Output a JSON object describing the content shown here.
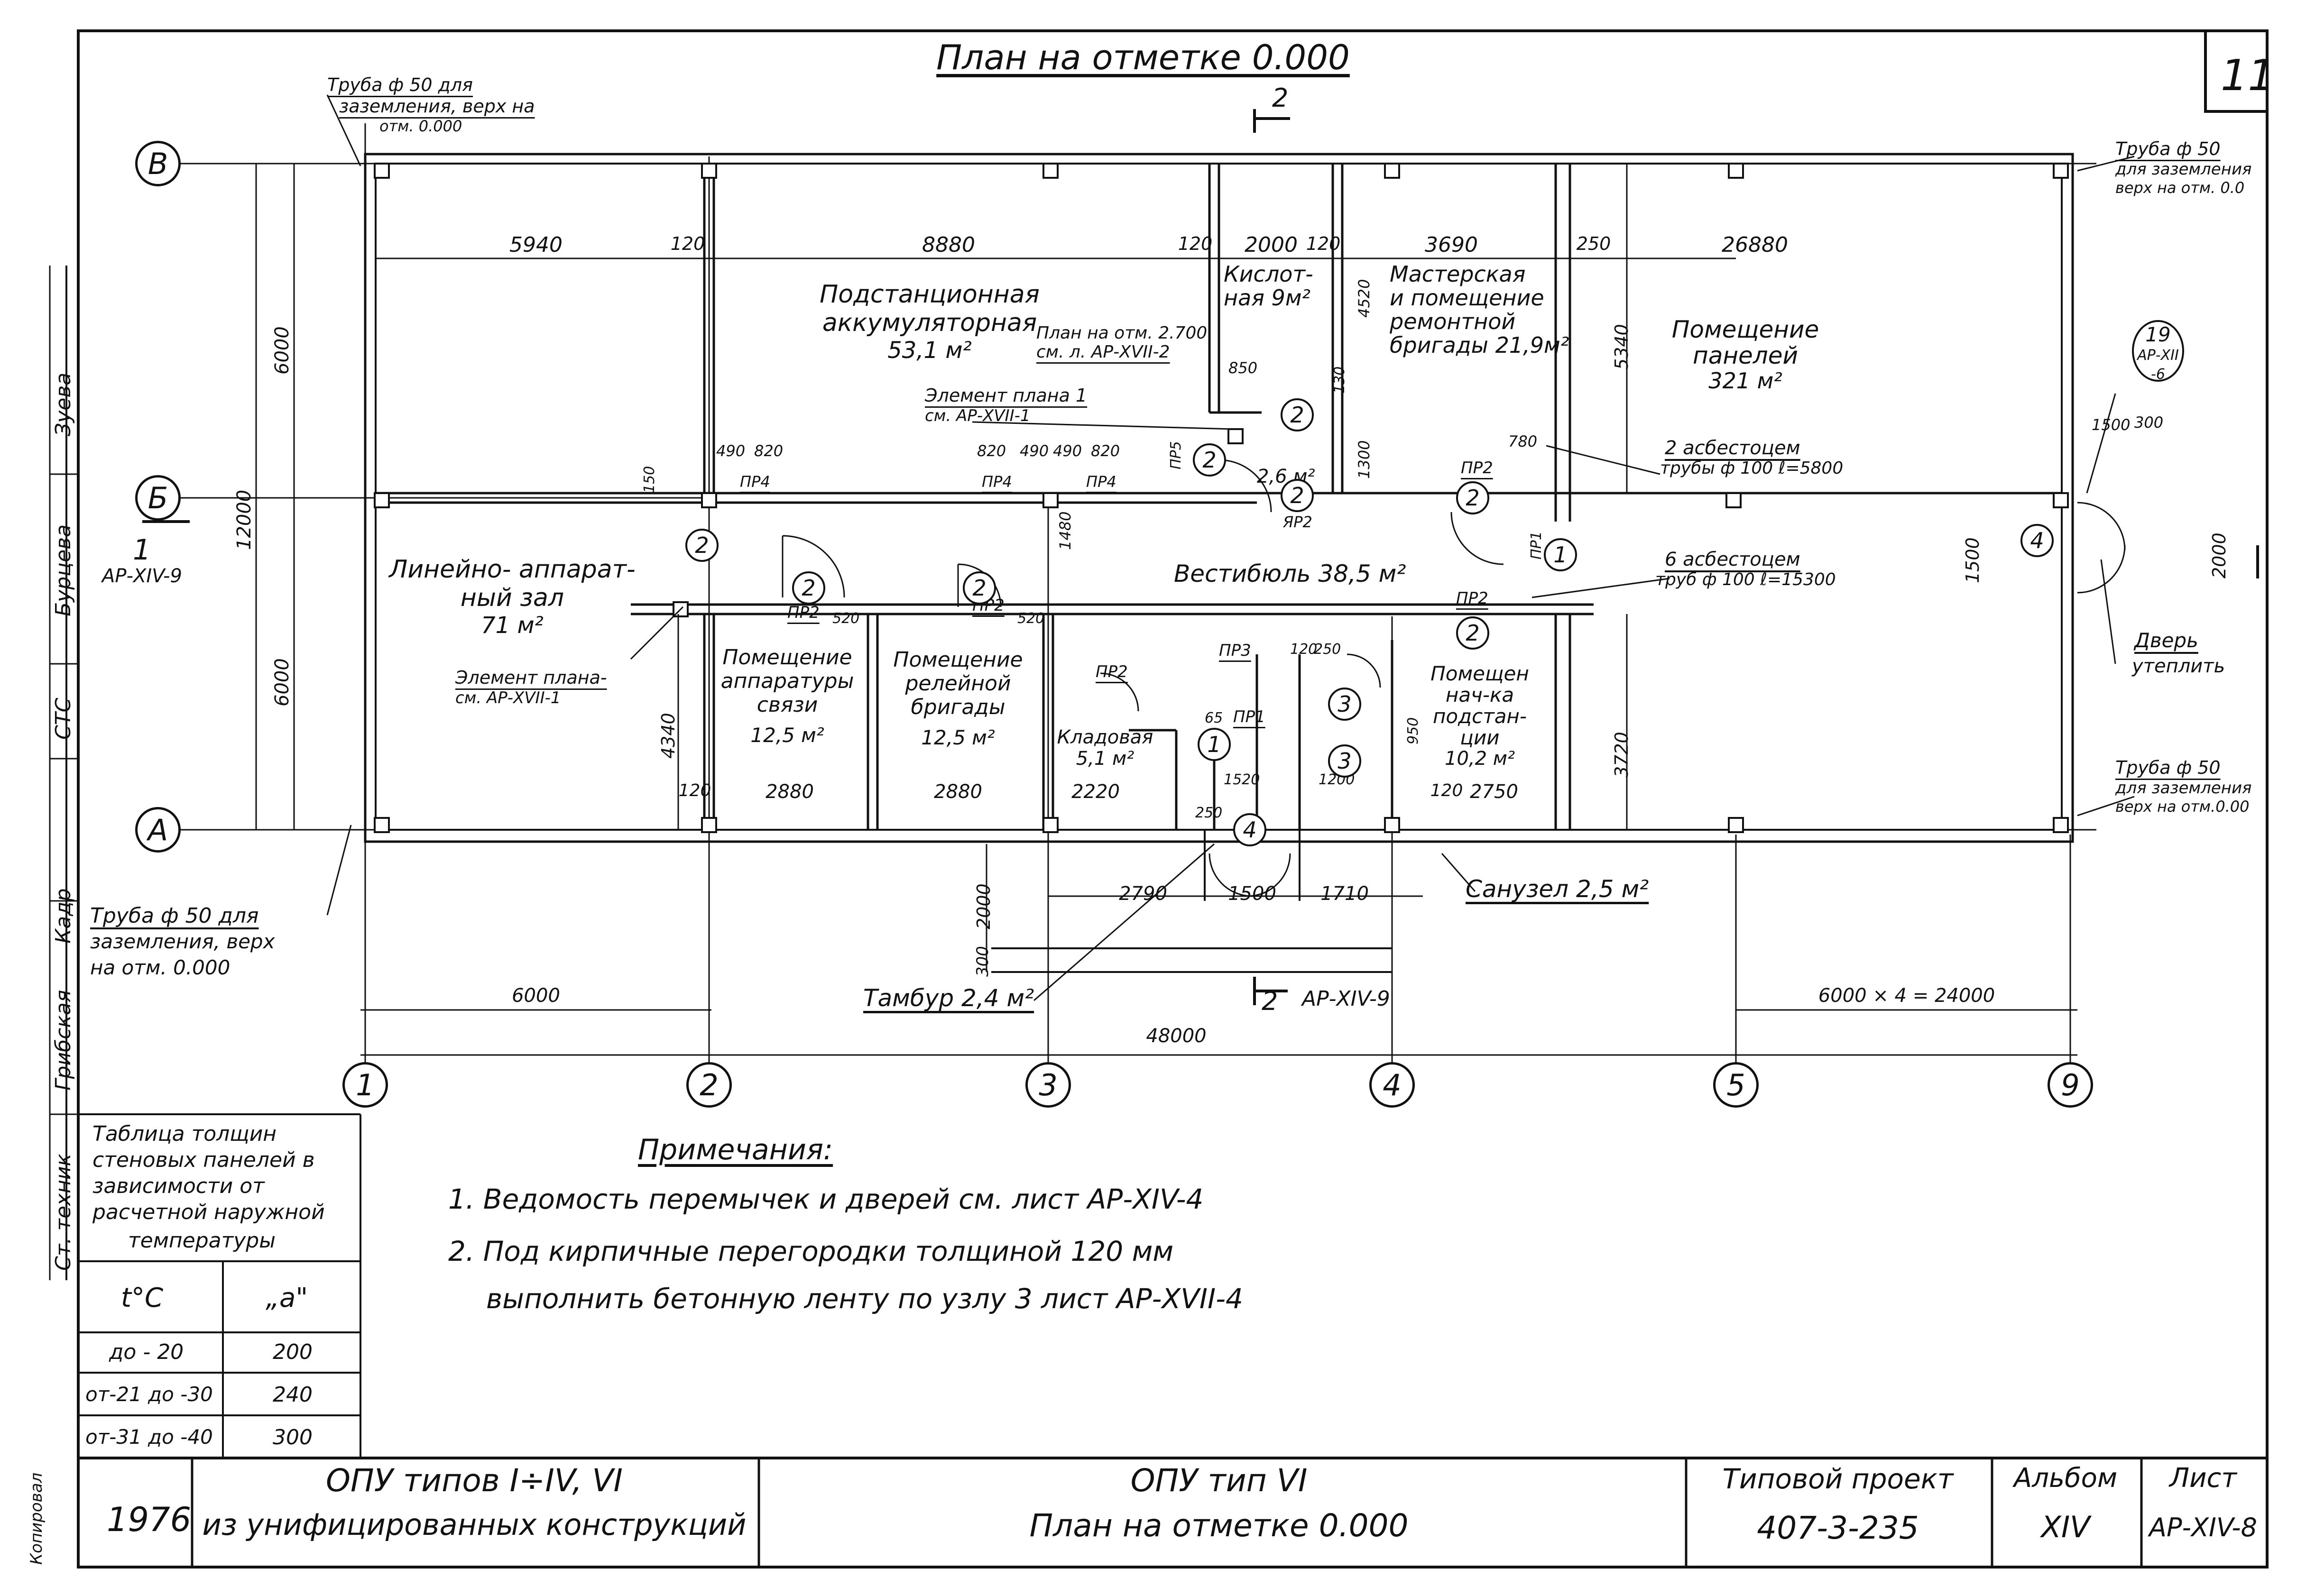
{
  "sheet_number": "11",
  "plan_title": "План на отметке 0.000",
  "section_mark": "2",
  "section_ref": "АР-XIV-9",
  "axes": {
    "rows": [
      "В",
      "Б",
      "А"
    ],
    "cols": [
      "1",
      "2",
      "3",
      "4",
      "5",
      "9"
    ]
  },
  "notes_pipes": {
    "top_left": [
      "Труба ф 50 для",
      "заземления, верх на",
      "отм. 0.000"
    ],
    "top_right": [
      "Труба ф 50",
      "для заземления",
      "верх на отм. 0.0"
    ],
    "bottom_left": [
      "Труба ф 50 для",
      "заземления, верх",
      "на отм. 0.000"
    ],
    "bottom_right": [
      "Труба ф 50",
      "для заземления",
      "верх на отм.0.00"
    ]
  },
  "rooms": {
    "battery": [
      "Подстанционная",
      "аккумуляторная",
      "53,1 м²"
    ],
    "acid": [
      "Кислот-",
      "ная 9м²"
    ],
    "workshop": [
      "Мастерская",
      "и помещение",
      "ремонтной",
      "бригады 21,9м²"
    ],
    "panels": [
      "Помещение",
      "панелей",
      "321 м²"
    ],
    "line_hall": [
      "Линейно- аппарат-",
      "ный зал",
      "71 м²"
    ],
    "lobby": "Вестибюль 38,5 м²",
    "comm": [
      "Помещение",
      "аппаратуры",
      "связи",
      "12,5 м²"
    ],
    "relay": [
      "Помещение",
      "релейной",
      "бригады",
      "12,5 м²"
    ],
    "storage": [
      "Кладовая",
      "5,1 м²"
    ],
    "chief": [
      "Помещен",
      "нач-ка",
      "подстан-",
      "ции",
      "10,2 м²"
    ],
    "vestibule_tambur": "Тамбур 2,4 м²",
    "wc": "Санузел 2,5 м²",
    "small_area": "2,6 м²"
  },
  "callouts": {
    "plan_270": [
      "План на отм. 2.700",
      "см. л. АР-XVII-2"
    ],
    "element_plan1": [
      "Элемент плана 1",
      "см. АР-XVII-1"
    ],
    "element_plan_left": [
      "Элемент плана-",
      "см. АР-XVII-1"
    ],
    "pipes_2": [
      "2 асбестоцем",
      "трубы ф 100  ℓ=5800"
    ],
    "pipes_6": [
      "6 асбестоцем",
      "труб ф 100  ℓ=15300"
    ],
    "door_insulate": [
      "Дверь",
      "утеплить"
    ],
    "node_19": [
      "19",
      "АР-XII",
      "-6"
    ],
    "section_1": [
      "1",
      "АР-XIV-9"
    ]
  },
  "dims": {
    "top_row": [
      "5940",
      "120",
      "8880",
      "120",
      "2000",
      "120",
      "3690",
      "250",
      "26880"
    ],
    "bottom_row": [
      "2880",
      "120",
      "2880",
      "2220",
      "2750",
      "120"
    ],
    "overall": "48000",
    "span_left": "6000",
    "span_right": "6000 × 4 = 24000",
    "left_vertical": [
      "6000",
      "12000",
      "6000",
      "4340"
    ],
    "tambur": [
      "2790",
      "1500",
      "1710",
      "2000",
      "300"
    ],
    "right_vertical": [
      "5340",
      "3720",
      "1500",
      "2000"
    ],
    "misc": [
      "490",
      "820",
      "820",
      "490",
      "490",
      "820",
      "850",
      "1480",
      "1300",
      "4520",
      "1500",
      "300",
      "150",
      "130",
      "780",
      "120",
      "250",
      "520",
      "520",
      "65",
      "1520",
      "1200",
      "250",
      "950"
    ]
  },
  "door_marks": [
    "ПР4",
    "ПР4",
    "ПР4",
    "ПР2",
    "ПР2",
    "ПР2",
    "ПР2",
    "ПР2",
    "ПР5",
    "ПР1",
    "ПР1",
    "ПР3",
    "ЯР2"
  ],
  "notes": {
    "heading": "Примечания:",
    "items": [
      "1. Ведомость перемычек и дверей см. лист АР-XIV-4",
      "2. Под кирпичные перегородки толщиной 120 мм",
      "выполнить бетонную ленту по узлу 3 лист АР-XVII-4"
    ]
  },
  "thickness_table": {
    "caption": [
      "Таблица толщин",
      "стеновых панелей в",
      "зависимости от",
      "расчетной наружной",
      "температуры"
    ],
    "headers": [
      "t°C",
      "„а\""
    ],
    "rows": [
      [
        "до - 20",
        "200"
      ],
      [
        "от-21 до -30",
        "240"
      ],
      [
        "от-31 до -40",
        "300"
      ]
    ]
  },
  "side_stamp": [
    "Ст. техник",
    "Грибская",
    "Кадр",
    "СТС",
    "Бурцева",
    "Зуева"
  ],
  "title_block": {
    "year": "1976",
    "project_line1": "ОПУ типов I÷IV, VI",
    "project_line2": "из унифицированных конструкций",
    "sheet_line1": "ОПУ тип VI",
    "sheet_line2": "План на отметке 0.000",
    "typical_label": "Типовой проект",
    "typical_no": "407-3-235",
    "album_label": "Альбом",
    "album_no": "XIV",
    "list_label": "Лист",
    "list_no": "АР-XIV-8"
  },
  "copy_mark": "Копировал"
}
